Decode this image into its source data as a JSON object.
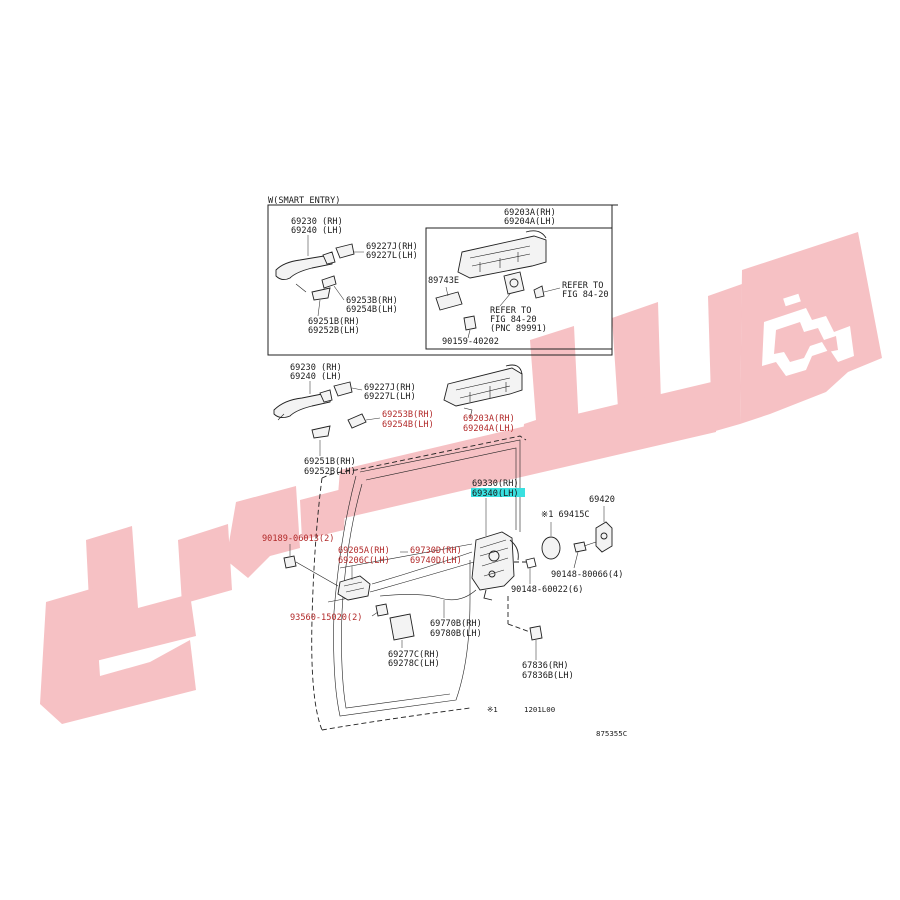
{
  "watermark": {
    "color": "#f6c1c4"
  },
  "header": {
    "smart_entry": "W(SMART ENTRY)"
  },
  "labels": {
    "l69203a_top_rh": "69203A(RH)",
    "l69204a_top_lh": "69204A(LH)",
    "l69230_box_rh": "69230 (RH)",
    "l69240_box_lh": "69240 (LH)",
    "l69227j_box_rh": "69227J(RH)",
    "l69227l_box_lh": "69227L(LH)",
    "l89743e": "89743E",
    "refer_to_1a": "REFER TO",
    "refer_to_1b": "FIG 84-20",
    "refer_to_2a": "REFER TO",
    "refer_to_2b": "FIG 84-20",
    "refer_to_2c": "(PNC 89991)",
    "l69253b_box_rh": "69253B(RH)",
    "l69254b_box_lh": "69254B(LH)",
    "l69251b_box_rh": "69251B(RH)",
    "l69252b_box_lh": "69252B(LH)",
    "l90159": "90159-40202",
    "l69230_rh": "69230 (RH)",
    "l69240_lh": "69240 (LH)",
    "l69227j_rh": "69227J(RH)",
    "l69227l_lh": "69227L(LH)",
    "l69253b_rh": "69253B(RH)",
    "l69254b_lh": "69254B(LH)",
    "l69203a_rh": "69203A(RH)",
    "l69204a_lh": "69204A(LH)",
    "l69251b_rh": "69251B(RH)",
    "l69252b_lh": "69252B(LH)",
    "l69330b_rh": "69330(RH)",
    "l69340_lh": "69340(LH)",
    "l69420": "69420",
    "l69415c": "※1 69415C",
    "l90189": "90189-06013(2)",
    "l69205a_rh": "69205A(RH)",
    "l69206c_lh": "69206C(LH)",
    "l69730d_rh": "69730D(RH)",
    "l69740d_lh": "69740D(LH)",
    "l90148_80066": "90148-80066(4)",
    "l90148_60022": "90148-60022(6)",
    "l93560": "93560-15020(2)",
    "l69770b_rh": "69770B(RH)",
    "l69780b_lh": "69780B(LH)",
    "l69277c_rh": "69277C(RH)",
    "l69278c_lh": "69278C(LH)",
    "l67836_rh": "67836(RH)",
    "l67836b_lh": "67836B(LH)",
    "note_1": "※1",
    "note_date": "1201L00",
    "fig_code": "875355C"
  }
}
